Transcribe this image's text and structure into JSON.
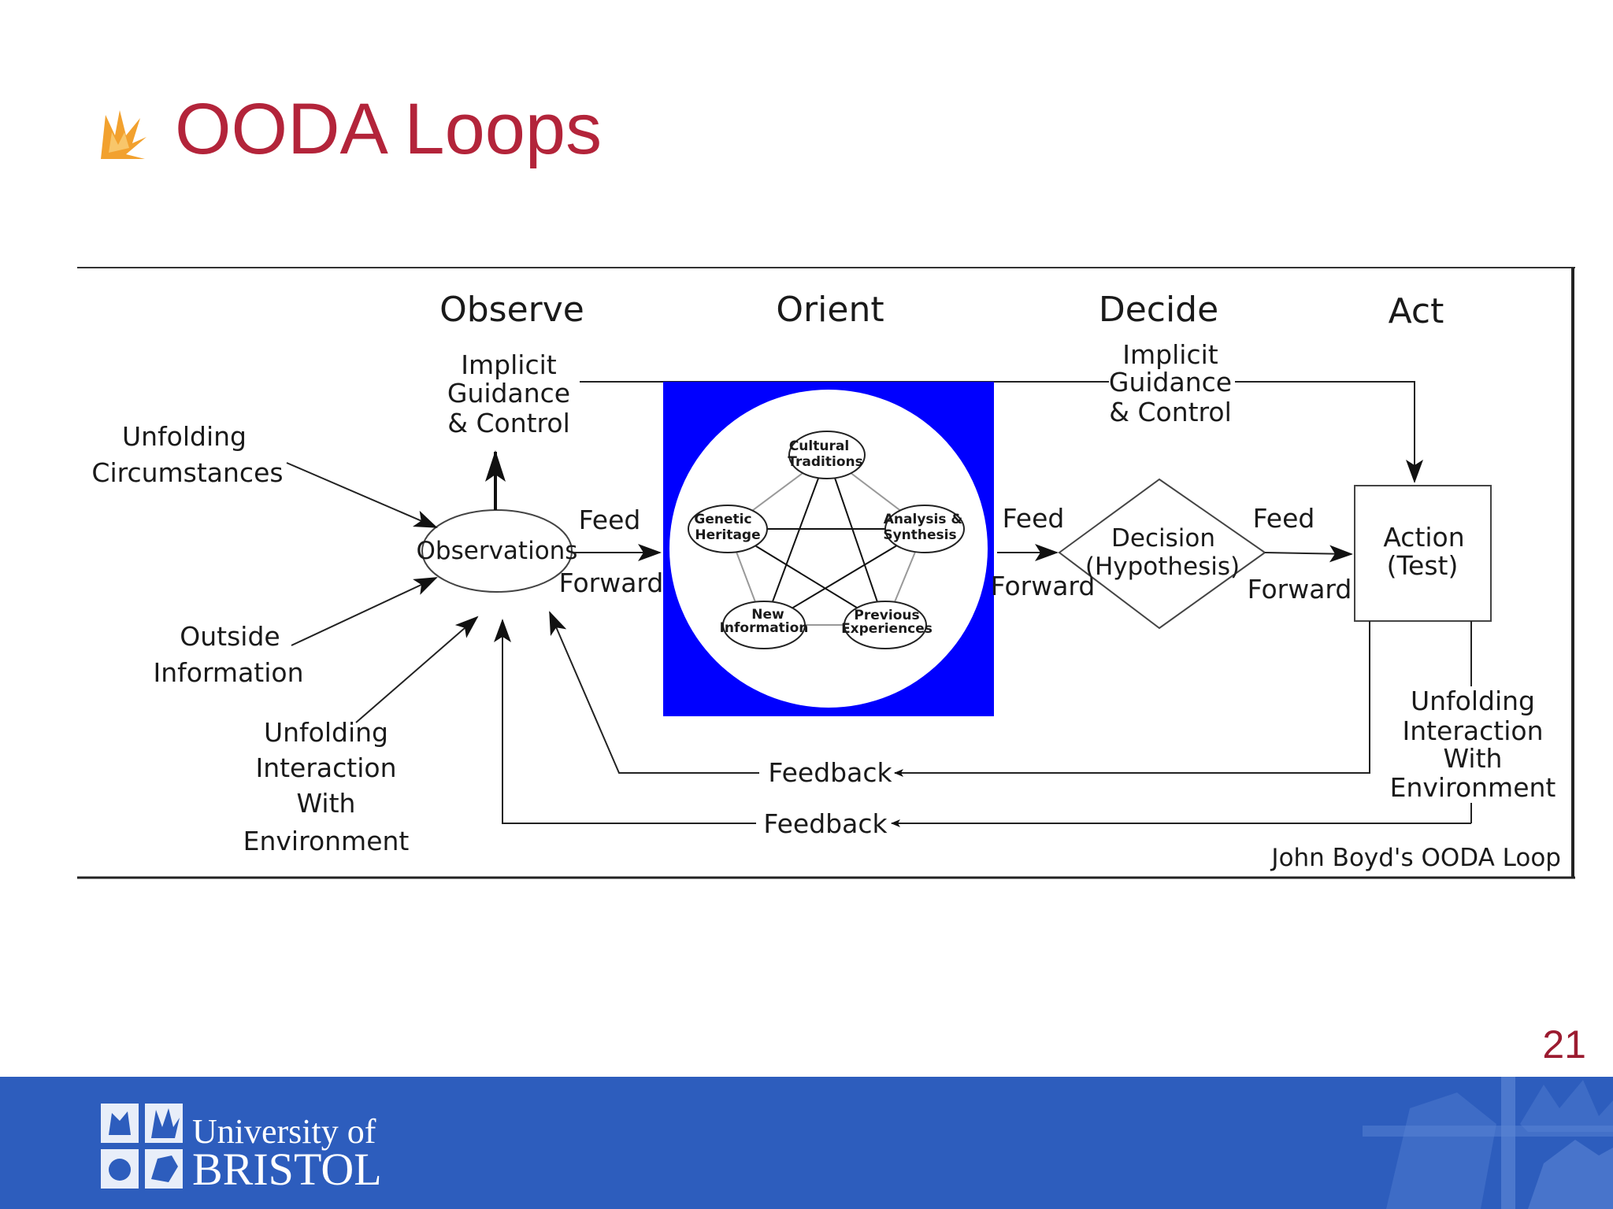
{
  "slide": {
    "title": "OODA Loops",
    "page_number": "21",
    "title_color": "#b3243a",
    "footer_color": "#2d5dbd",
    "title_icon": "flame-bullet-icon"
  },
  "footer": {
    "university_line1": "University of",
    "university_line2": "BRISTOL",
    "crest_icon": "university-crest-icon",
    "watermark_icon": "crest-watermark-icon"
  },
  "diagram": {
    "headers": {
      "observe": "Observe",
      "orient": "Orient",
      "decide": "Decide",
      "act": "Act"
    },
    "implicit_left": [
      "Implicit",
      "Guidance",
      "& Control"
    ],
    "implicit_right": [
      "Implicit",
      "Guidance",
      "& Control"
    ],
    "inputs": {
      "unfolding_circumstances": [
        "Unfolding",
        "Circumstances"
      ],
      "outside_information": [
        "Outside",
        "Information"
      ],
      "unfolding_interaction_left": [
        "Unfolding",
        "Interaction",
        "With",
        "Environment"
      ],
      "unfolding_interaction_right": [
        "Unfolding",
        "Interaction",
        "With",
        "Environment"
      ]
    },
    "observations": "Observations",
    "feed_forward_1": [
      "Feed",
      "Forward"
    ],
    "feed_forward_2": [
      "Feed",
      "Forward"
    ],
    "feed_forward_3": [
      "Feed",
      "Forward"
    ],
    "orient_box_color": "#0000ff",
    "orient_nodes": {
      "cultural": [
        "Cultural",
        "Traditions"
      ],
      "genetic": [
        "Genetic",
        "Heritage"
      ],
      "analysis": [
        "Analysis &",
        "Synthesis"
      ],
      "new_info": [
        "New",
        "Information"
      ],
      "previous": [
        "Previous",
        "Experiences"
      ]
    },
    "decision": [
      "Decision",
      "(Hypothesis)"
    ],
    "action": [
      "Action",
      "(Test)"
    ],
    "feedback_1": "Feedback",
    "feedback_2": "Feedback",
    "credit": "John Boyd's OODA Loop"
  }
}
